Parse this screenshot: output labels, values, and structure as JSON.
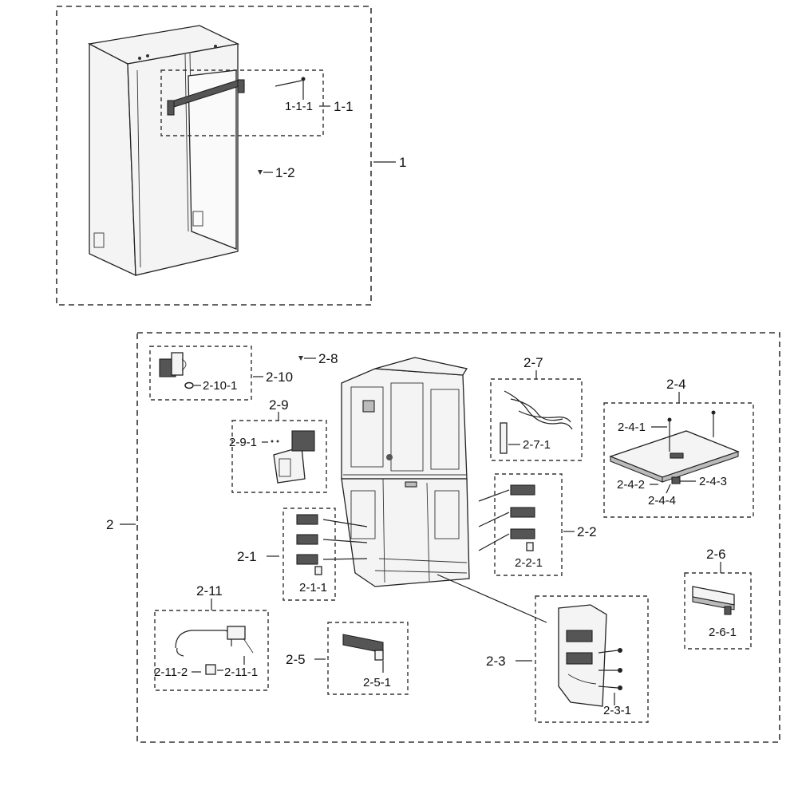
{
  "labels": {
    "l_1": "1",
    "l_1_1": "1-1",
    "l_1_1_1": "1-1-1",
    "l_1_2": "1-2",
    "l_2": "2",
    "l_2_1": "2-1",
    "l_2_1_1": "2-1-1",
    "l_2_2": "2-2",
    "l_2_2_1": "2-2-1",
    "l_2_3": "2-3",
    "l_2_3_1": "2-3-1",
    "l_2_4": "2-4",
    "l_2_4_1": "2-4-1",
    "l_2_4_2": "2-4-2",
    "l_2_4_3": "2-4-3",
    "l_2_4_4": "2-4-4",
    "l_2_5": "2-5",
    "l_2_5_1": "2-5-1",
    "l_2_6": "2-6",
    "l_2_6_1": "2-6-1",
    "l_2_7": "2-7",
    "l_2_7_1": "2-7-1",
    "l_2_8": "2-8",
    "l_2_9": "2-9",
    "l_2_9_1": "2-9-1",
    "l_2_10": "2-10",
    "l_2_10_1": "2-10-1",
    "l_2_11": "2-11",
    "l_2_11_1": "2-11-1",
    "l_2_11_2": "2-11-2"
  }
}
